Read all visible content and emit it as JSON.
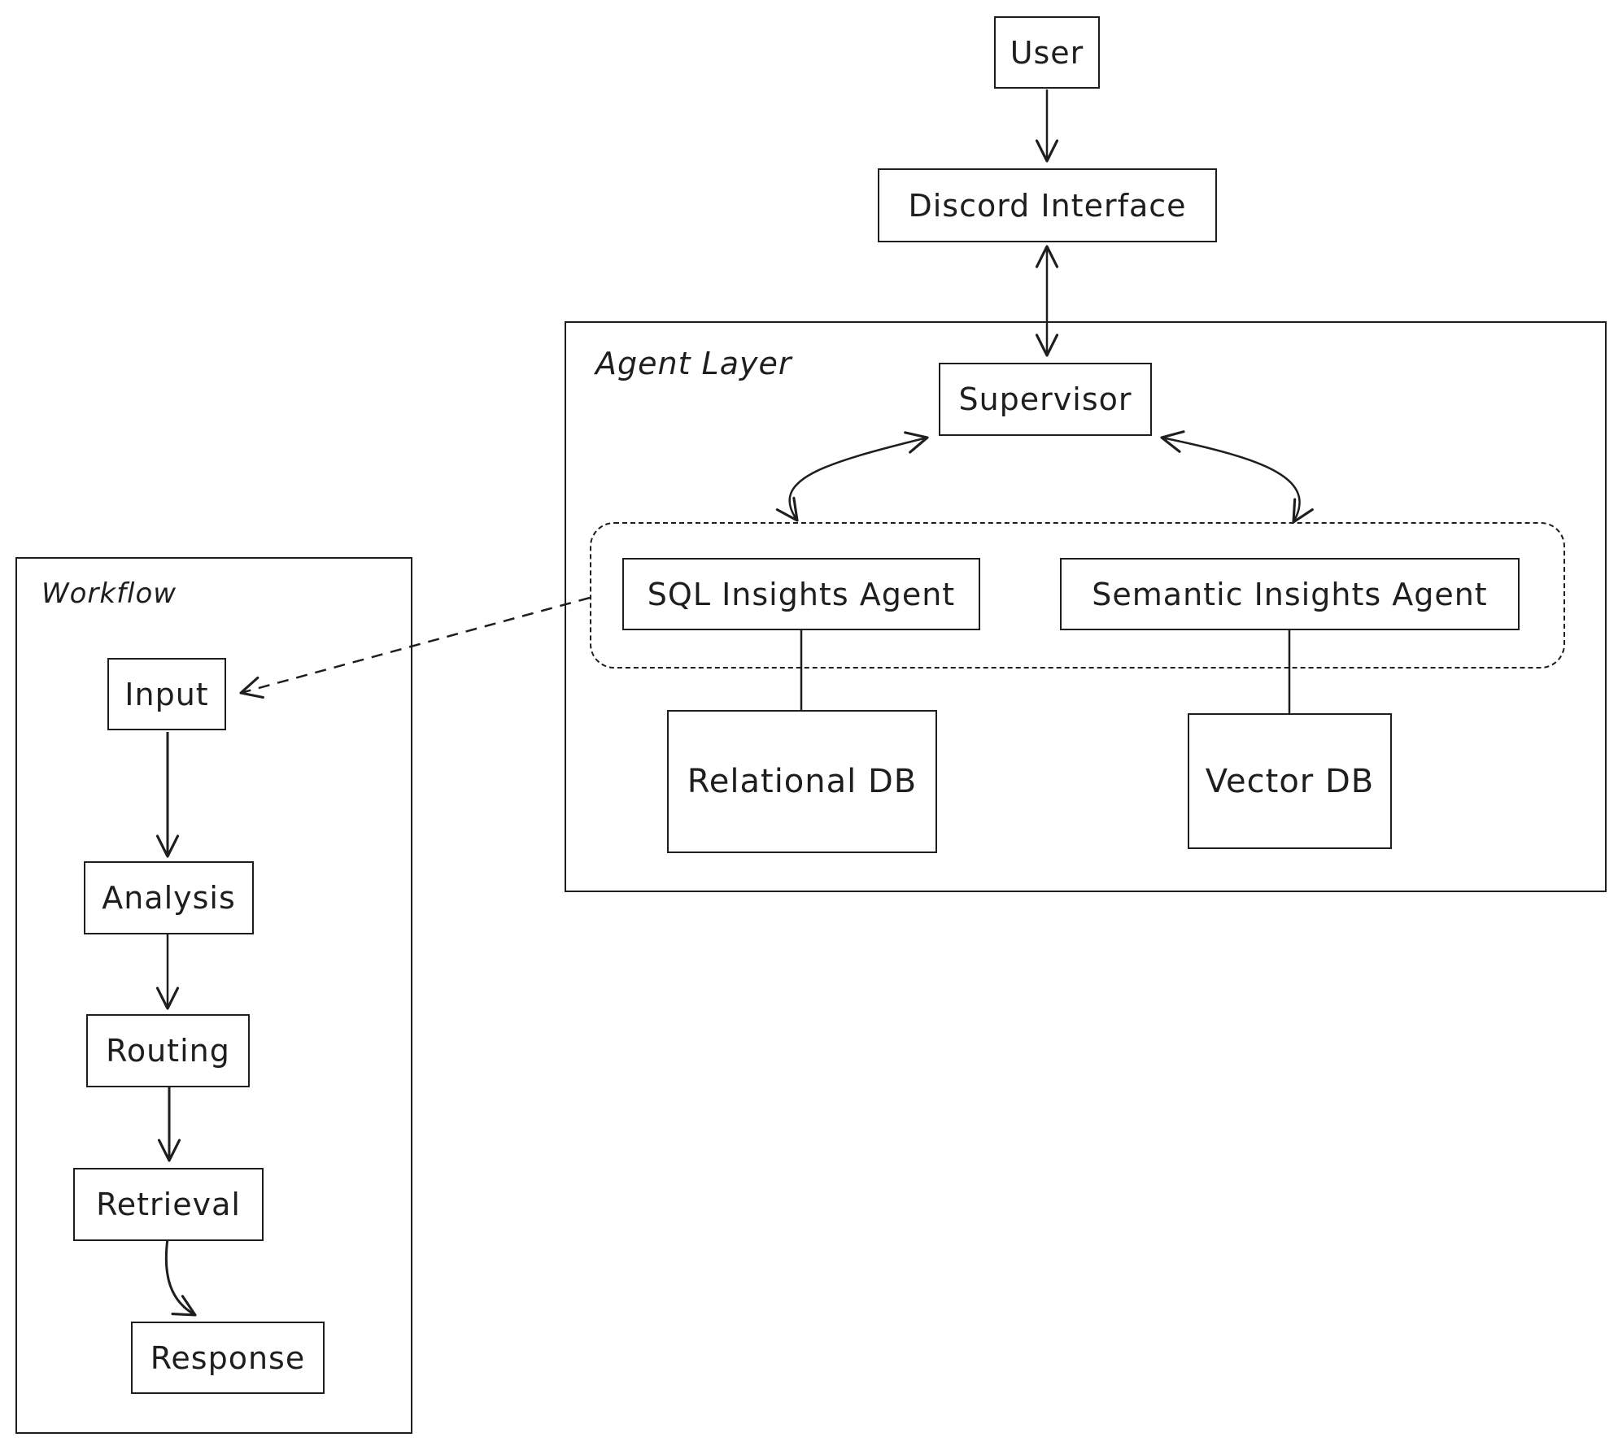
{
  "diagram": {
    "nodes": {
      "user": "User",
      "discord_interface": "Discord Interface",
      "supervisor": "Supervisor",
      "sql_agent": "SQL Insights Agent",
      "semantic_agent": "Semantic Insights Agent",
      "relational_db": "Relational DB",
      "vector_db": "Vector DB",
      "input": "Input",
      "analysis": "Analysis",
      "routing": "Routing",
      "retrieval": "Retrieval",
      "response": "Response"
    },
    "containers": {
      "agent_layer": "Agent Layer",
      "workflow": "Workflow"
    },
    "edges": [
      {
        "from": "User",
        "to": "Discord Interface",
        "type": "arrow"
      },
      {
        "from": "Discord Interface",
        "to": "Supervisor",
        "type": "double-arrow"
      },
      {
        "from": "Supervisor",
        "to": "SQL Insights Agent",
        "type": "double-arrow"
      },
      {
        "from": "Supervisor",
        "to": "Semantic Insights Agent",
        "type": "double-arrow"
      },
      {
        "from": "SQL Insights Agent",
        "to": "Relational DB",
        "type": "line"
      },
      {
        "from": "Semantic Insights Agent",
        "to": "Vector DB",
        "type": "line"
      },
      {
        "from": "Agents group",
        "to": "Input",
        "type": "dashed-arrow"
      },
      {
        "from": "Input",
        "to": "Analysis",
        "type": "arrow"
      },
      {
        "from": "Analysis",
        "to": "Routing",
        "type": "arrow"
      },
      {
        "from": "Routing",
        "to": "Retrieval",
        "type": "arrow"
      },
      {
        "from": "Retrieval",
        "to": "Response",
        "type": "arrow"
      }
    ],
    "colors": {
      "stroke": "#1e1e1e",
      "background": "#ffffff"
    }
  }
}
